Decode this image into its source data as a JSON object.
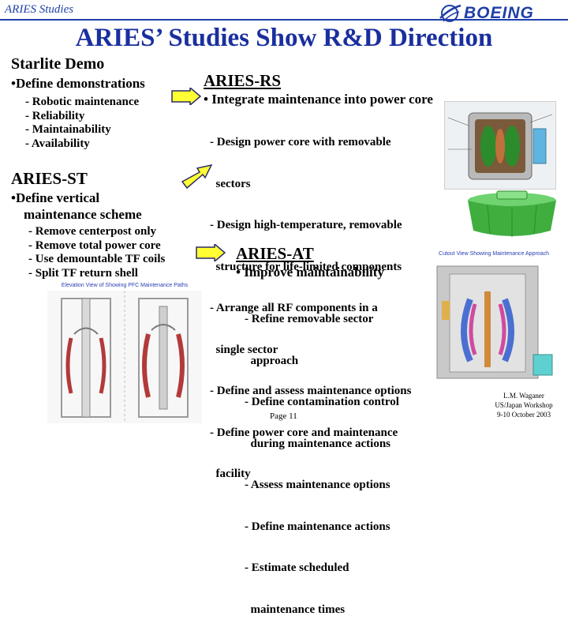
{
  "header": {
    "series": "ARIES Studies",
    "logo": "BOEING"
  },
  "title": "ARIES’ Studies Show R&D Direction",
  "starlite": {
    "heading": "Starlite Demo",
    "bullet": "•Define demonstrations",
    "items": [
      "- Robotic maintenance",
      "- Reliability",
      "- Maintainability",
      "- Availability"
    ]
  },
  "aries_st": {
    "heading": "ARIES-ST",
    "bullet_line1": "•Define vertical",
    "bullet_line2": "maintenance scheme",
    "items": [
      "- Remove centerpost only",
      "- Remove total power core",
      "- Use demountable TF coils",
      "- Split TF return shell"
    ],
    "image_caption": "Elevation View of Showing PFC Maintenance Paths"
  },
  "aries_rs": {
    "heading": "ARIES-RS",
    "bullet": "• Integrate maintenance into power core",
    "lines": [
      "- Design power core with removable",
      "  sectors",
      "- Design high-temperature, removable",
      "  structure for life-limited components",
      "- Arrange all RF components in a",
      "  single sector",
      "- Define and assess maintenance options",
      "- Define power core and maintenance",
      "  facility"
    ]
  },
  "aries_at": {
    "heading": "ARIES-AT",
    "bullet": "• Improve maintainability",
    "lines": [
      "- Refine removable sector",
      "  approach",
      "- Define contamination control",
      "  during maintenance actions",
      "- Assess maintenance options",
      "- Define maintenance actions",
      "- Estimate scheduled",
      "  maintenance times"
    ],
    "image_caption": "Cutout View Showing Maintenance Approach"
  },
  "footer": {
    "page": "Page 11",
    "author": "L.M. Waganer",
    "workshop": "US/Japan Workshop",
    "date": "9-10 October 2003"
  },
  "colors": {
    "title_blue": "#1a2f9e",
    "arrow_fill": "#ffff33",
    "arrow_stroke": "#2b2b6b"
  }
}
